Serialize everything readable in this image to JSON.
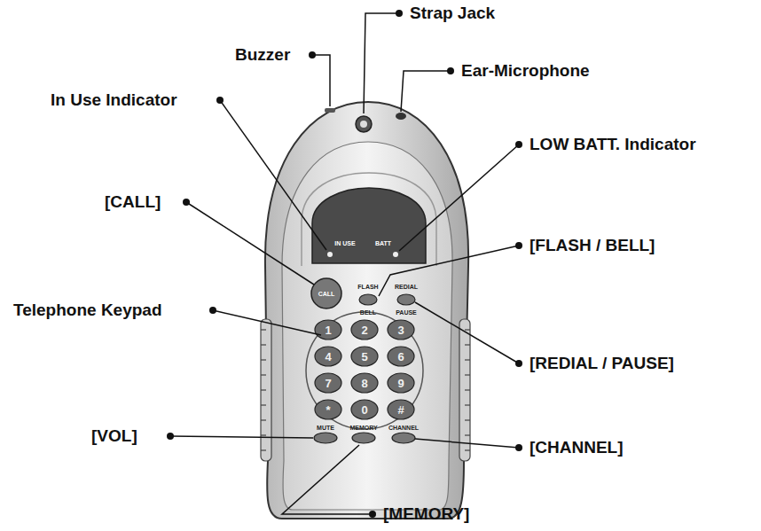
{
  "diagram": {
    "labels": [
      "Strap Jack",
      "Buzzer",
      "Ear-Microphone",
      "In Use Indicator",
      "LOW BATT. Indicator",
      "[CALL]",
      "[FLASH / BELL]",
      "Telephone Keypad",
      "[REDIAL / PAUSE]",
      "[VOL]",
      "[CHANNEL]",
      "[MEMORY]",
      "IN USE",
      "BATT",
      "CALL",
      "FLASH",
      "REDIAL",
      "BELL",
      "PAUSE",
      "MUTE",
      "MEMORY",
      "CHANNEL",
      "1",
      "2",
      "3",
      "4",
      "5",
      "6",
      "7",
      "8",
      "9",
      "*",
      "0",
      "#"
    ]
  }
}
